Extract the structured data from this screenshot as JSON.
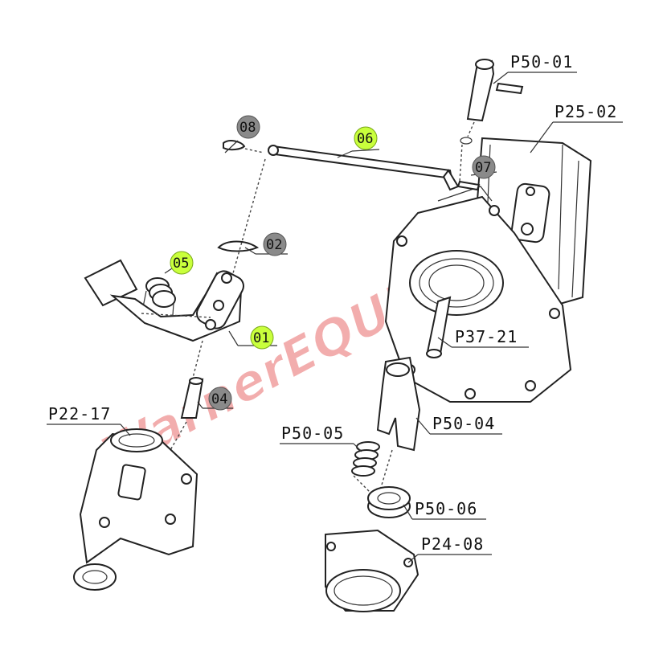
{
  "parts_labels": {
    "p50_01": "P50-01",
    "p25_02": "P25-02",
    "p37_21": "P37-21",
    "p50_04": "P50-04",
    "p50_05": "P50-05",
    "p50_06": "P50-06",
    "p24_08": "P24-08",
    "p22_17": "P22-17"
  },
  "badges": {
    "b08": "08",
    "b06": "06",
    "b07": "07",
    "b02": "02",
    "b05": "05",
    "b01": "01",
    "b04": "04"
  },
  "colors": {
    "badge_gray": "#8a8a8a",
    "badge_green": "#c9ff3c",
    "line": "#222222",
    "watermark": "#e86a6a"
  },
  "watermark": {
    "text": "WarnerEQUIPMENT"
  }
}
